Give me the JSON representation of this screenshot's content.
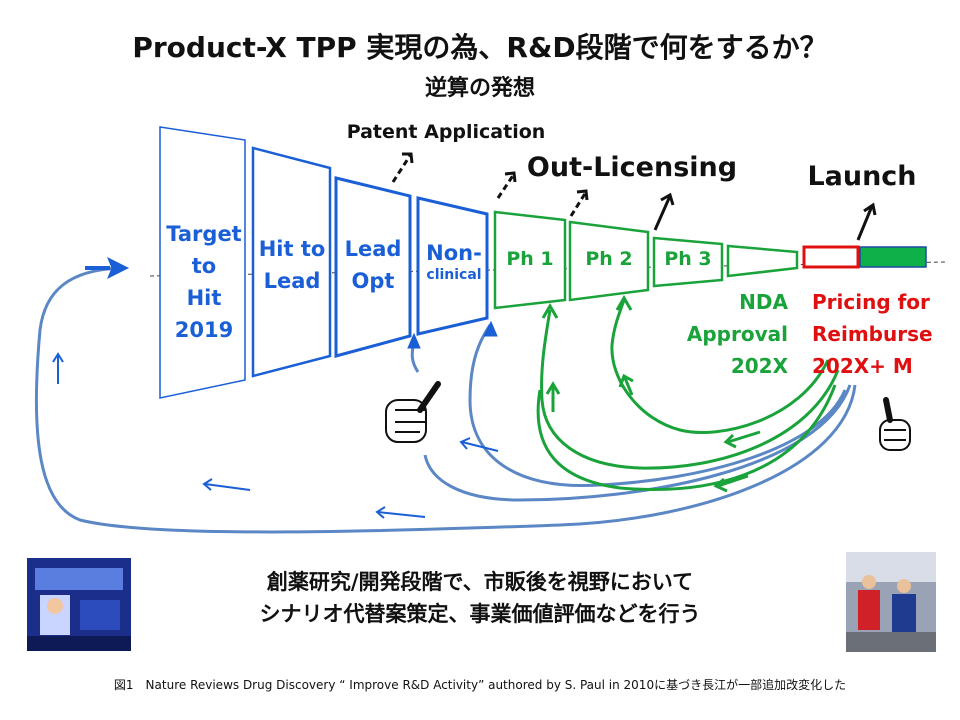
{
  "title": "Product-X TPP 実現の為、R&D段階で何をするか？",
  "subtitle": "逆算の発想",
  "stages": {
    "target_to_hit": [
      "Target",
      "to",
      "Hit",
      "2019"
    ],
    "hit_to_lead": [
      "Hit to",
      "Lead"
    ],
    "lead_opt": [
      "Lead",
      "Opt"
    ],
    "non_clinical": [
      "Non-",
      "clinical"
    ],
    "ph1": "Ph 1",
    "ph2": "Ph 2",
    "ph3": "Ph 3"
  },
  "milestones": {
    "patent": "Patent Application",
    "out_licensing": "Out-Licensing",
    "launch": "Launch"
  },
  "nda": [
    "NDA",
    "Approval",
    "202X"
  ],
  "pricing": [
    "Pricing for",
    "Reimburse",
    "202X+ M"
  ],
  "message": [
    "創薬研究/開発段階で、市販後を視野において",
    "シナリオ代替案策定、事業価値評価などを行う"
  ],
  "caption": "図1　Nature Reviews Drug Discovery “ Improve R&D Activity” authored by S. Paul in 2010に基づき長江が一部追加改変化した",
  "colors": {
    "blue": "#1a5fd6",
    "green": "#1aa33a",
    "red": "#e01010",
    "curve_blue": "#5b87c5",
    "launch_green": "#0fb04a"
  }
}
